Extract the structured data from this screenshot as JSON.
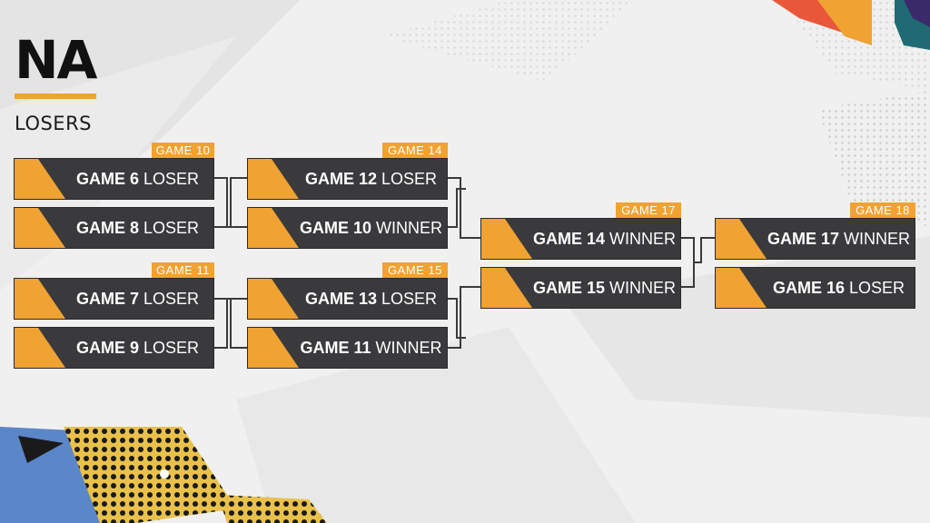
{
  "region": "NA",
  "bracket": "LOSERS",
  "colors": {
    "accent": "#f0a232",
    "slot": "#3a3a3d",
    "line": "#3a3a3a",
    "background": "#f0f0f0"
  },
  "matches": [
    {
      "id": "game-10",
      "tag": "GAME 10",
      "slots": [
        {
          "game": "GAME 6",
          "result": "LOSER"
        },
        {
          "game": "GAME 8",
          "result": "LOSER"
        }
      ]
    },
    {
      "id": "game-11",
      "tag": "GAME 11",
      "slots": [
        {
          "game": "GAME 7",
          "result": "LOSER"
        },
        {
          "game": "GAME 9",
          "result": "LOSER"
        }
      ]
    },
    {
      "id": "game-14",
      "tag": "GAME 14",
      "slots": [
        {
          "game": "GAME 12",
          "result": "LOSER"
        },
        {
          "game": "GAME 10",
          "result": "WINNER"
        }
      ]
    },
    {
      "id": "game-15",
      "tag": "GAME 15",
      "slots": [
        {
          "game": "GAME 13",
          "result": "LOSER"
        },
        {
          "game": "GAME 11",
          "result": "WINNER"
        }
      ]
    },
    {
      "id": "game-17",
      "tag": "GAME 17",
      "slots": [
        {
          "game": "GAME 14",
          "result": "WINNER"
        },
        {
          "game": "GAME 15",
          "result": "WINNER"
        }
      ]
    },
    {
      "id": "game-18",
      "tag": "GAME 18",
      "slots": [
        {
          "game": "GAME 17",
          "result": "WINNER"
        },
        {
          "game": "GAME 16",
          "result": "LOSER"
        }
      ]
    }
  ]
}
